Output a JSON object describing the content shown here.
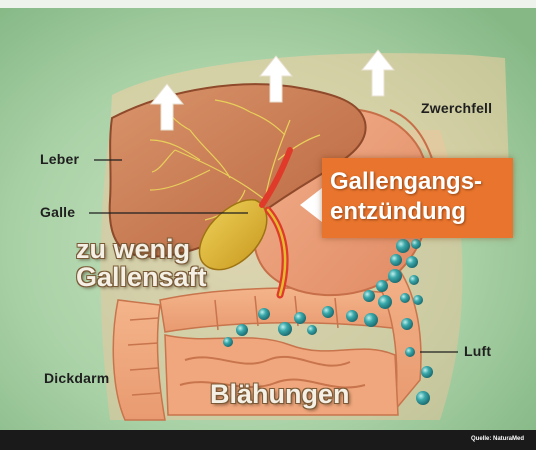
{
  "labels": {
    "diaphragm": "Zwerchfell",
    "liver": "Leber",
    "bile": "Galle",
    "colon": "Dickdarm",
    "air": "Luft"
  },
  "captions": {
    "too_little_line1": "zu wenig",
    "too_little_line2": "Gallensaft",
    "bloating": "Blähungen"
  },
  "callout": {
    "line1": "Gallengangs-",
    "line2": "entzündung"
  },
  "source": "Quelle: NaturaMed",
  "colors": {
    "background": "#a9d1a6",
    "callout": "#e8742d",
    "liver": "#c97a52",
    "gallbladder": "#e2bb2e",
    "bubble": "#2f9a9e"
  }
}
